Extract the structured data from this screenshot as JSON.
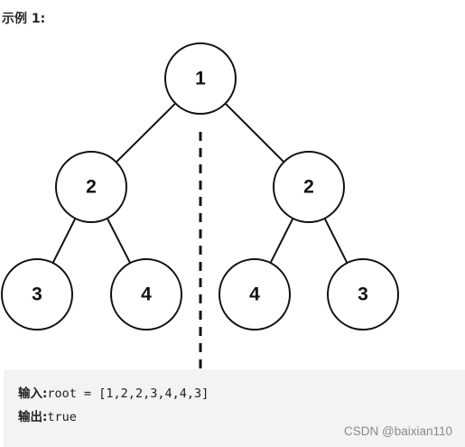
{
  "heading": "示例 1:",
  "tree": {
    "nodes": [
      {
        "id": "root",
        "label": "1"
      },
      {
        "id": "left",
        "label": "2"
      },
      {
        "id": "right",
        "label": "2"
      },
      {
        "id": "left-left",
        "label": "3"
      },
      {
        "id": "left-right",
        "label": "4"
      },
      {
        "id": "right-left",
        "label": "4"
      },
      {
        "id": "right-right",
        "label": "3"
      }
    ],
    "edges": [
      [
        "root",
        "left"
      ],
      [
        "root",
        "right"
      ],
      [
        "left",
        "left-left"
      ],
      [
        "left",
        "left-right"
      ],
      [
        "right",
        "right-left"
      ],
      [
        "right",
        "right-right"
      ]
    ],
    "symmetry_axis": "dashed-vertical"
  },
  "example": {
    "input_label": "输入:",
    "input_value": "root = [1,2,2,3,4,4,3]",
    "output_label": "输出:",
    "output_value": "true"
  },
  "watermark": "CSDN @baixian110",
  "colors": {
    "stroke": "#111111",
    "code_background": "#f2f3f5",
    "watermark": "#8a8a8a"
  }
}
